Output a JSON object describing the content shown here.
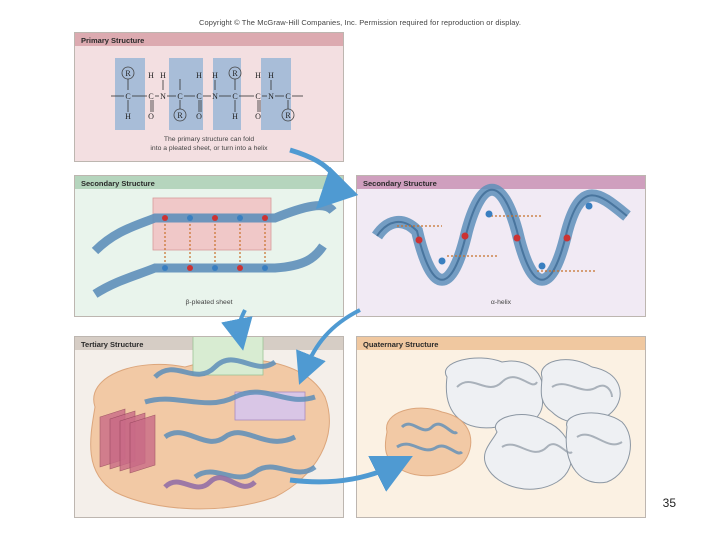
{
  "copyright": "Copyright © The McGraw-Hill Companies, Inc. Permission required for reproduction or display.",
  "panels": {
    "primary": {
      "title": "Primary Structure",
      "caption_line1": "The primary structure can fold",
      "caption_line2": "into a pleated sheet, or turn into a helix"
    },
    "secondary_sheet": {
      "title": "Secondary Structure",
      "caption": "β-pleated sheet"
    },
    "secondary_helix": {
      "title": "Secondary Structure",
      "caption": "α-helix"
    },
    "tertiary": {
      "title": "Tertiary Structure"
    },
    "quaternary": {
      "title": "Quaternary Structure"
    }
  },
  "formula": {
    "r_label": "R",
    "c_label": "C",
    "n_label": "N",
    "h_label": "H",
    "o_label": "O",
    "bonds_label": "—"
  },
  "page_number": "35",
  "colors": {
    "primary_bg": "#f3dfe1",
    "primary_header": "#dcaab0",
    "sheet_bg": "#e9f4ec",
    "sheet_header": "#b5d5bd",
    "helix_bg": "#f1eaf4",
    "helix_header": "#cf9fbe",
    "tertiary_bg": "#f4efea",
    "tertiary_header": "#d6cdc5",
    "quaternary_bg": "#fbf1e3",
    "quaternary_header": "#f0c8a0",
    "ribbon": "#5e8fba",
    "ribbon_dark": "#2d5a86",
    "arrow": "#4f9ad2"
  }
}
